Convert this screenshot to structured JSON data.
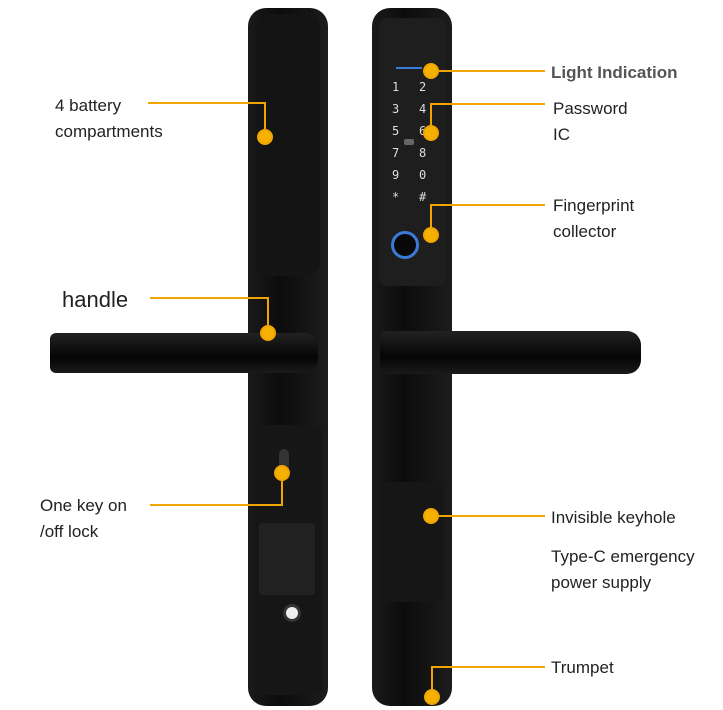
{
  "labels": {
    "battery": [
      "4 battery",
      "compartments"
    ],
    "handle": "handle",
    "one_key": [
      "One key on",
      "/off lock"
    ],
    "light": "Light Indication",
    "password": [
      "Password",
      "IC"
    ],
    "fingerprint": [
      "Fingerprint",
      "collector"
    ],
    "keyhole": "Invisible keyhole",
    "typec": [
      "Type-C emergency",
      "power supply"
    ],
    "trumpet": "Trumpet"
  },
  "keypad": [
    "1",
    "2",
    "3",
    "4",
    "5",
    "6",
    "7",
    "8",
    "9",
    "0",
    "*",
    "#"
  ],
  "colors": {
    "callout": "#f0a500",
    "body": "#111111",
    "ring": "#3a7bd5"
  }
}
